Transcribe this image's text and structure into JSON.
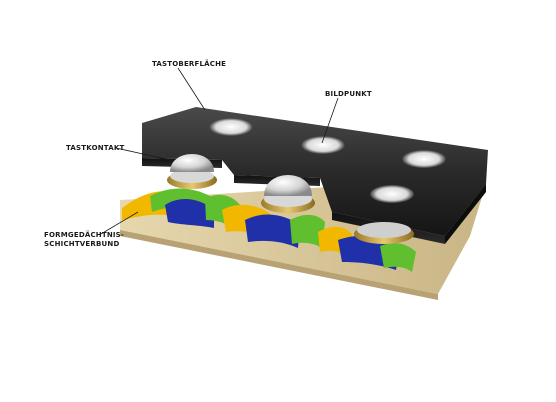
{
  "labels": {
    "surface": "TASTOBERFLÄCHE",
    "pixel": "BILDPUNKT",
    "contact": "TASTKONTAKT",
    "shape_memory_line1": "FORMGEDÄCHTNIS-",
    "shape_memory_line2": "SCHICHTVERBUND"
  },
  "colors": {
    "top_plate": "#1b1b1b",
    "base_layer": "#d9c9a0",
    "wave_yellow": "#f2b800",
    "wave_green": "#5fbf2f",
    "wave_blue": "#2030a8",
    "metal_dome": "#e8e8e8"
  }
}
